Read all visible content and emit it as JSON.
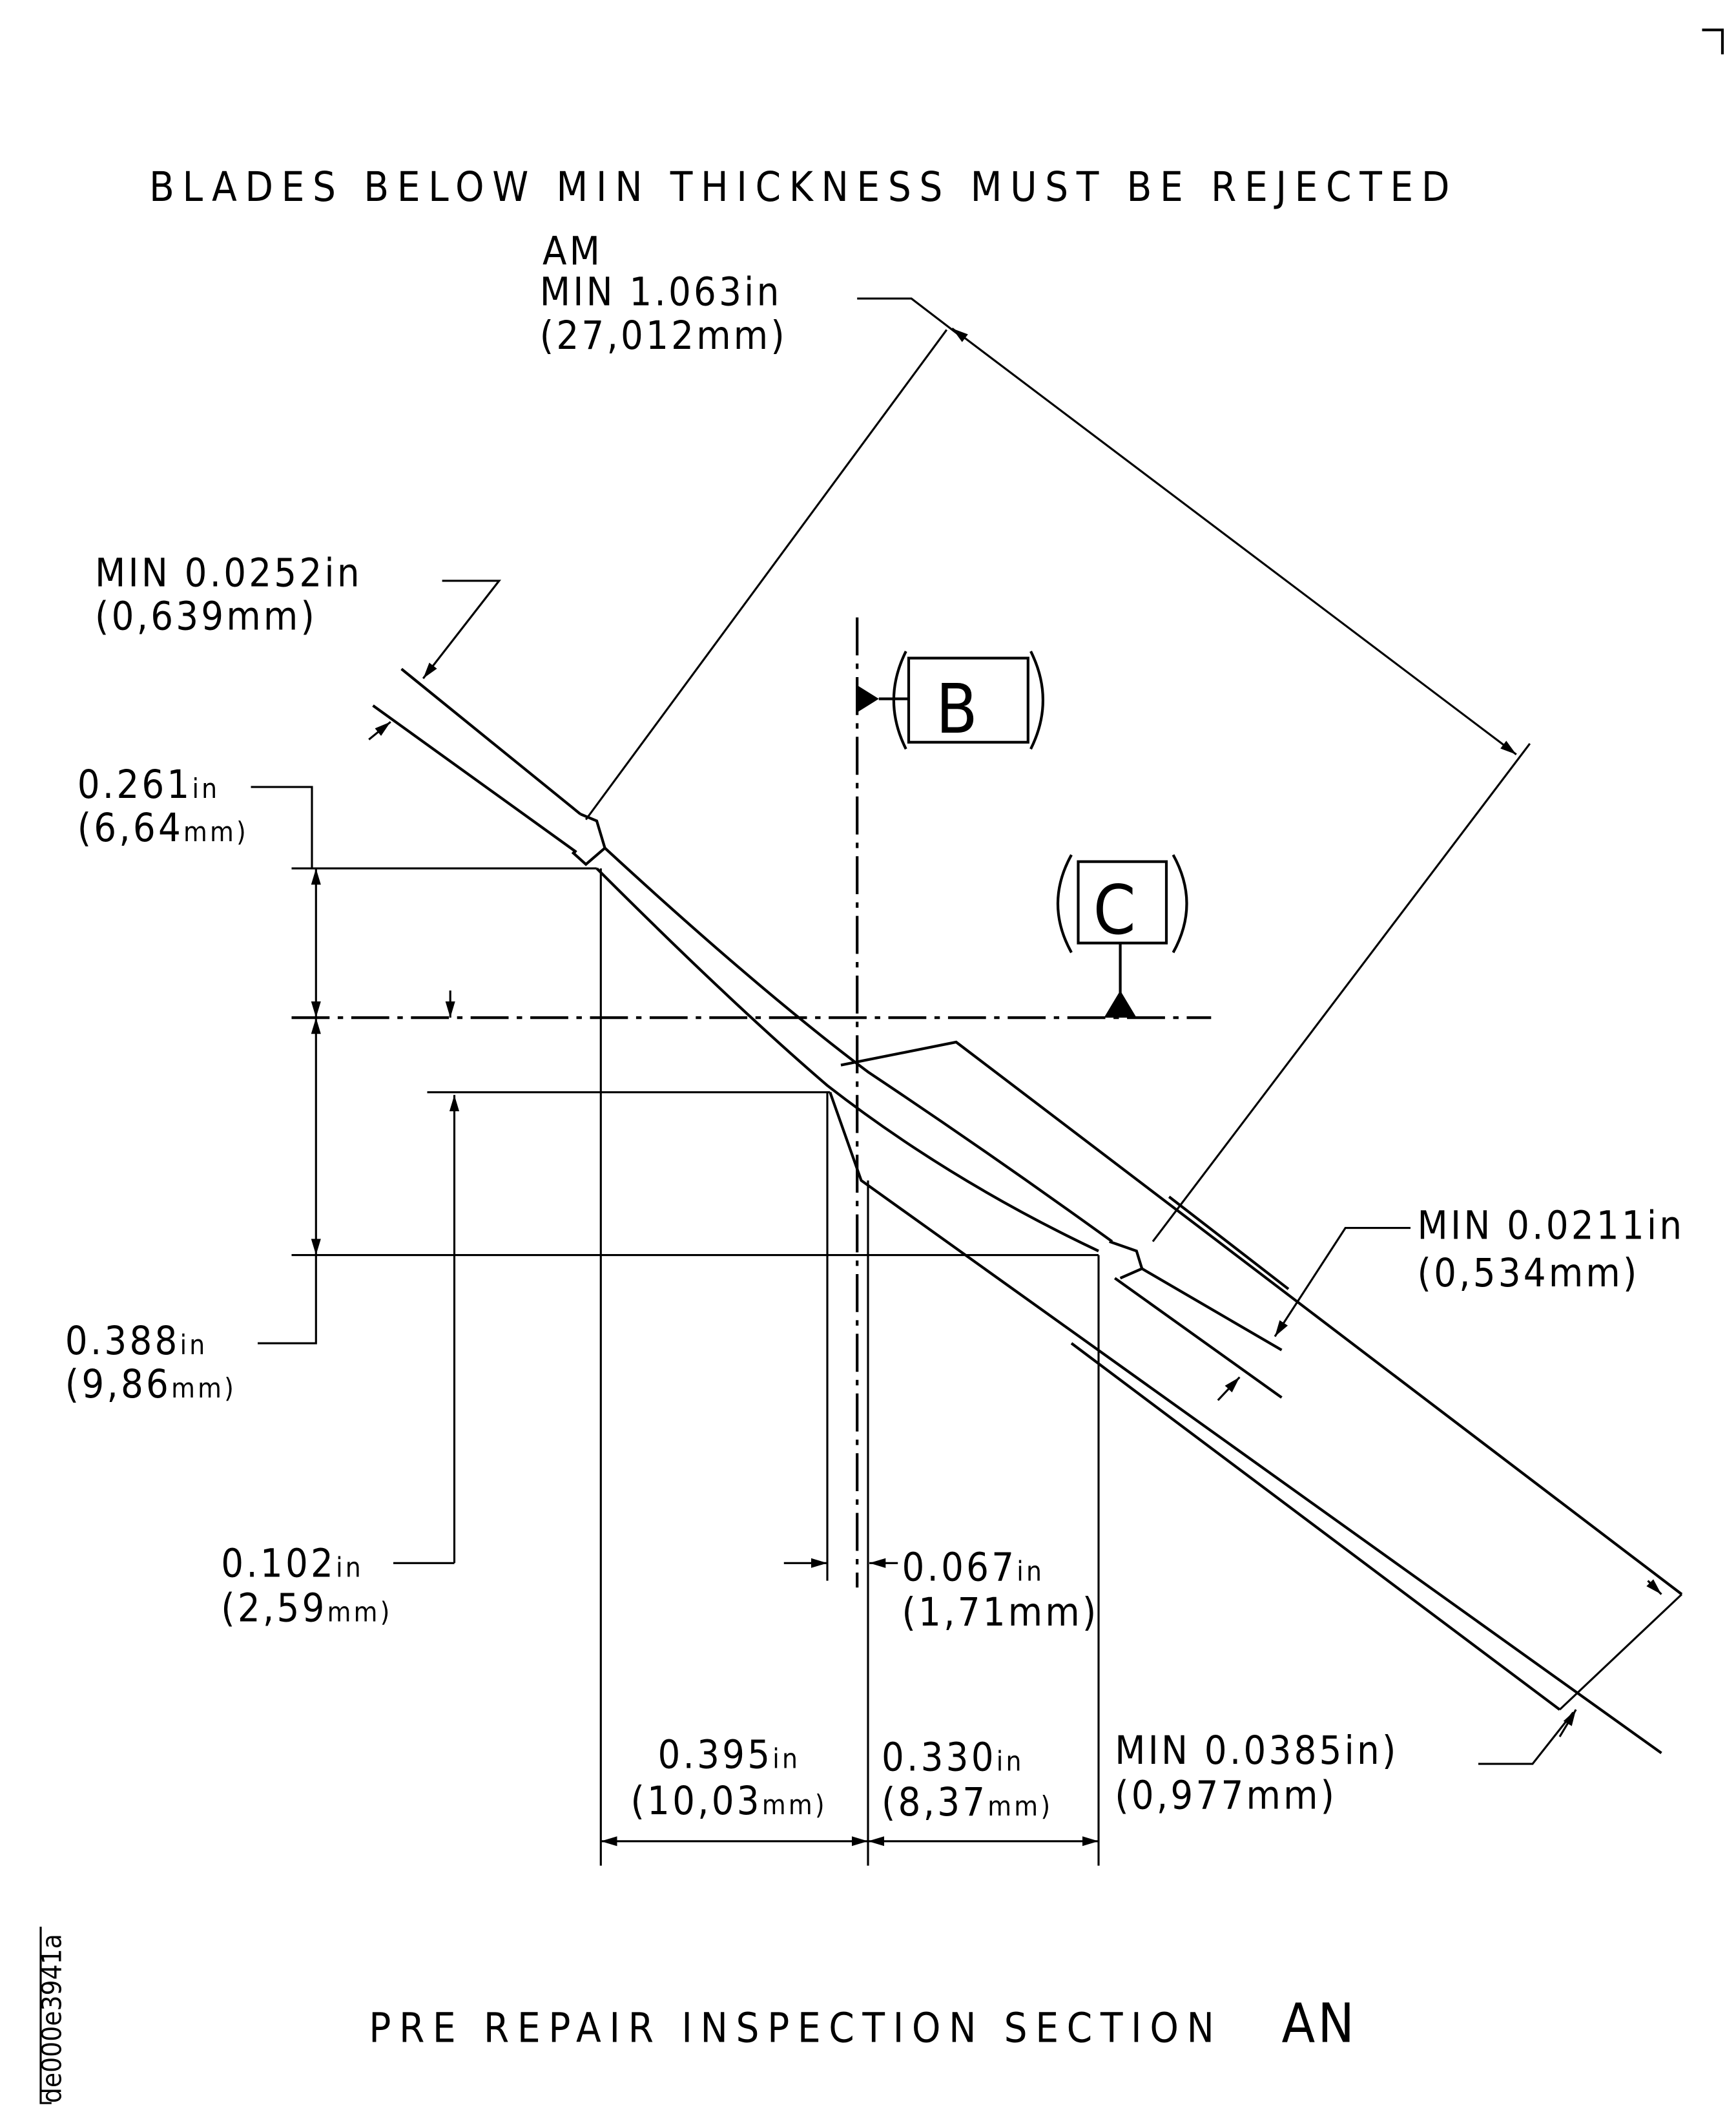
{
  "title": "BLADES BELOW MIN THICKNESS MUST BE REJECTED",
  "caption": {
    "text": "PRE REPAIR INSPECTION SECTION",
    "section": "AN"
  },
  "figure_code": "de000e3941a",
  "datums": {
    "b": "B",
    "c": "C"
  },
  "dimensions": {
    "am": {
      "label": "AM",
      "line1": "MIN 1.063in",
      "line2": "(27,012mm)"
    },
    "d0252": {
      "line1": "MIN 0.0252in",
      "line2": "(0,639mm)"
    },
    "d0261": {
      "value": "0.261",
      "unit": "in",
      "mm": "(6,64",
      "mm_unit": "mm)"
    },
    "d0388": {
      "value": "0.388",
      "unit": "in",
      "mm": "(9,86",
      "mm_unit": "mm)"
    },
    "d0102": {
      "value": "0.102",
      "unit": "in",
      "mm": "(2,59",
      "mm_unit": "mm)"
    },
    "d0067": {
      "value": "0.067",
      "unit": "in",
      "mm": "(1,71mm)"
    },
    "d0395": {
      "value": "0.395",
      "unit": "in",
      "mm": "(10,03",
      "mm_unit": "mm)"
    },
    "d0330": {
      "value": "0.330",
      "unit": "in",
      "mm": "(8,37",
      "mm_unit": "mm)"
    },
    "d0385": {
      "line1": "MIN 0.0385in)",
      "line2": "(0,977mm)"
    },
    "d0211": {
      "line1": "MIN 0.0211in",
      "line2": "(0,534mm)"
    }
  }
}
